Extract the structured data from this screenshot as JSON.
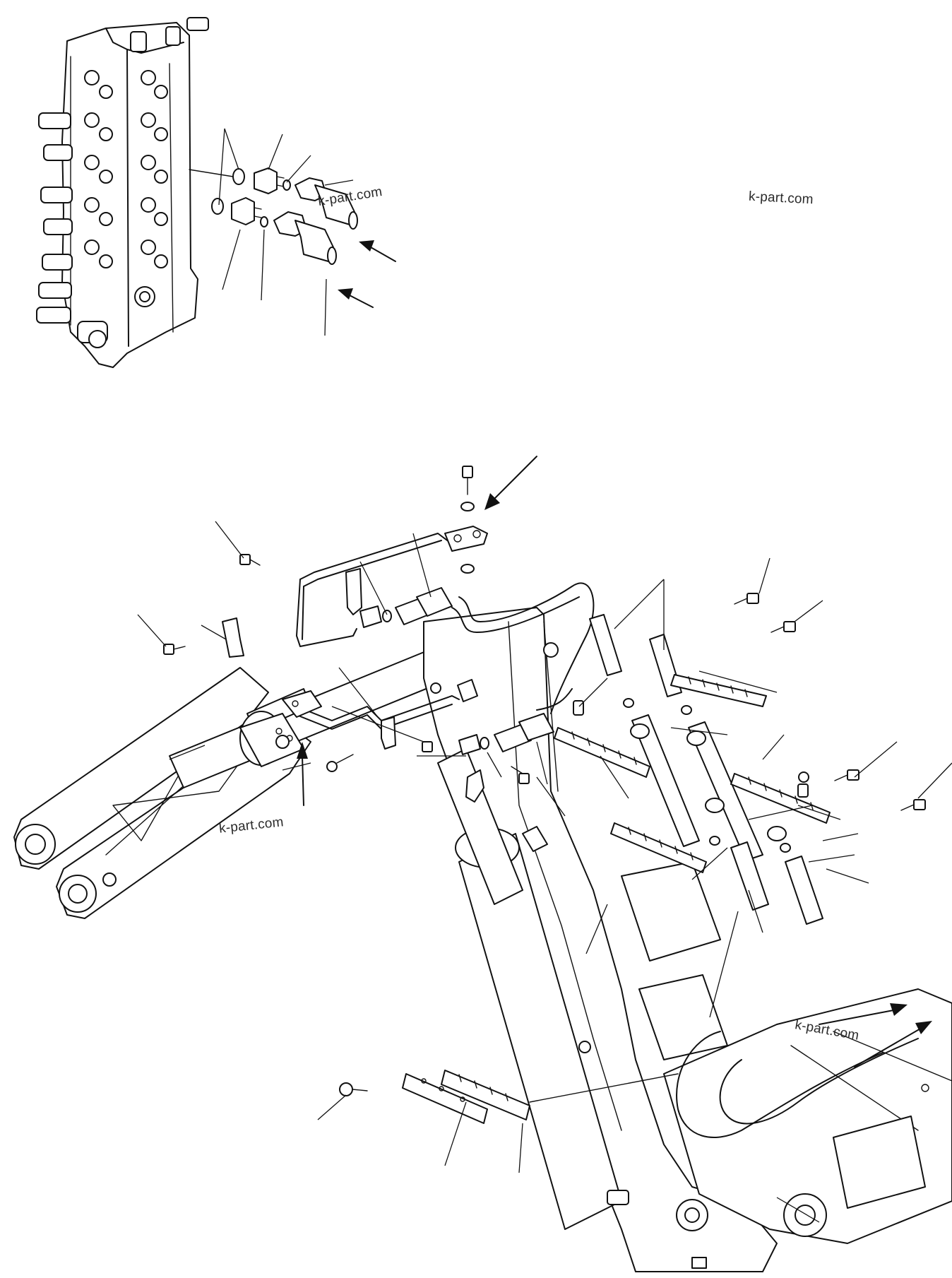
{
  "watermarks": [
    {
      "id": "wm-1",
      "text": "k-part.com"
    },
    {
      "id": "wm-2",
      "text": "k-part.com"
    },
    {
      "id": "wm-3",
      "text": "k-part.com"
    },
    {
      "id": "wm-4",
      "text": "k-part.com"
    }
  ]
}
